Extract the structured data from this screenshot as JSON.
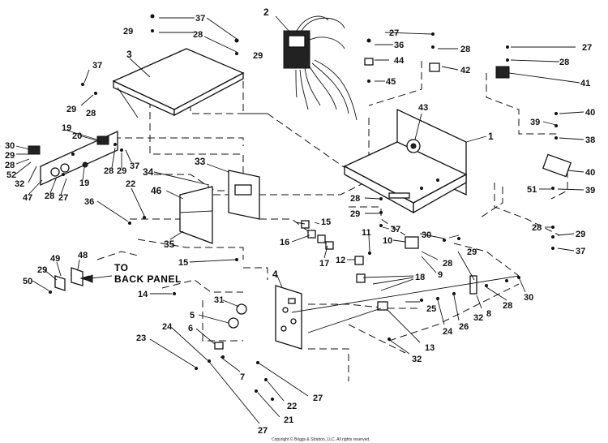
{
  "diagram": {
    "note": [
      "TO",
      "BACK PANEL"
    ],
    "copyright": "Copyright © Briggs & Stratton, LLC. All rights reserved.",
    "labels": {
      "2": "2",
      "37a": "37",
      "29a": "29",
      "28a": "28",
      "29b": "29",
      "3": "3",
      "37b": "37",
      "29c": "29",
      "28b": "28",
      "19a": "19",
      "20": "20",
      "30a": "30",
      "29d": "29",
      "28c": "28",
      "52": "52",
      "32a": "32",
      "47": "47",
      "28d": "28",
      "27a": "27",
      "19b": "19",
      "28e": "28",
      "29e": "29",
      "37c": "37",
      "33": "33",
      "34": "34",
      "46": "46",
      "22a": "22",
      "36a": "36",
      "35": "35",
      "27b": "27",
      "36b": "36",
      "28f": "28",
      "44": "44",
      "42": "42",
      "45": "45",
      "43": "43",
      "1": "1",
      "27c": "27",
      "28g": "28",
      "41": "41",
      "40a": "40",
      "39a": "39",
      "38": "38",
      "40b": "40",
      "51": "51",
      "39b": "39",
      "28h": "28",
      "29f": "29",
      "37d": "37",
      "28i": "28",
      "29g": "29",
      "37e": "37",
      "15a": "15",
      "16": "16",
      "17": "17",
      "15b": "15",
      "11": "11",
      "10": "10",
      "30b": "30",
      "29h": "29",
      "12": "12",
      "28j": "28",
      "9": "9",
      "18": "18",
      "49": "49",
      "48": "48",
      "29i": "29",
      "50": "50",
      "14": "14",
      "4": "4",
      "31": "31",
      "5": "5",
      "6": "6",
      "24a": "24",
      "23": "23",
      "7": "7",
      "25": "25",
      "24b": "24",
      "26": "26",
      "32b": "32",
      "8": "8",
      "28k": "28",
      "30c": "30",
      "13": "13",
      "32c": "32",
      "27d": "27",
      "22b": "22",
      "21": "21",
      "27e": "27"
    }
  }
}
